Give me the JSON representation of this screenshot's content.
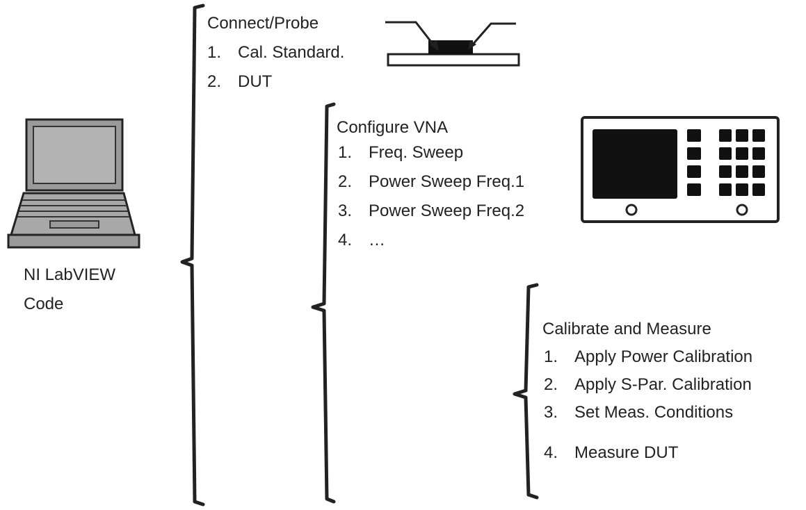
{
  "laptop": {
    "icon": "laptop-icon",
    "label_line1": "NI LabVIEW",
    "label_line2": "Code"
  },
  "connect": {
    "title": "Connect/Probe",
    "icon": "probe-icon",
    "steps": [
      {
        "num": "1.",
        "label": "Cal. Standard."
      },
      {
        "num": "2.",
        "label": "DUT"
      }
    ]
  },
  "configure": {
    "title": "Configure VNA",
    "icon": "vna-instrument-icon",
    "steps": [
      {
        "num": "1.",
        "label": "Freq. Sweep"
      },
      {
        "num": "2.",
        "label": "Power Sweep Freq.1"
      },
      {
        "num": "3.",
        "label": "Power Sweep Freq.2"
      },
      {
        "num": "4.",
        "label": "…"
      }
    ]
  },
  "calibrate": {
    "title": "Calibrate and Measure",
    "steps": [
      {
        "num": "1.",
        "label": "Apply Power Calibration"
      },
      {
        "num": "2.",
        "label": "Apply S-Par. Calibration"
      },
      {
        "num": "3.",
        "label": "Set Meas. Conditions"
      },
      {
        "num": "4.",
        "label": "Measure DUT"
      }
    ]
  },
  "colors": {
    "ink": "#222222",
    "screen_fill": "#b3b3b3",
    "body_fill": "#9a9a9a"
  }
}
